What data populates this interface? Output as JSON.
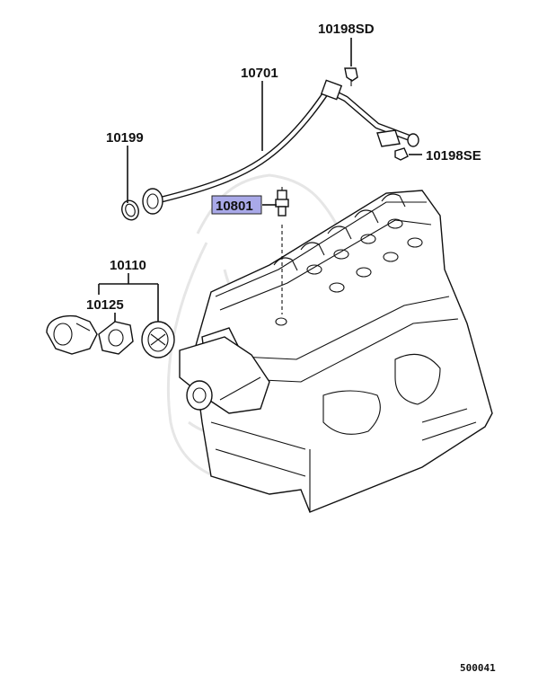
{
  "diagram": {
    "labels": {
      "p10198sd": "10198SD",
      "p10701": "10701",
      "p10199": "10199",
      "p10198se": "10198SE",
      "p10801": "10801",
      "p10110": "10110",
      "p10125": "10125"
    },
    "highlight_color": "#a9a9e8",
    "footer_code": "500041"
  }
}
